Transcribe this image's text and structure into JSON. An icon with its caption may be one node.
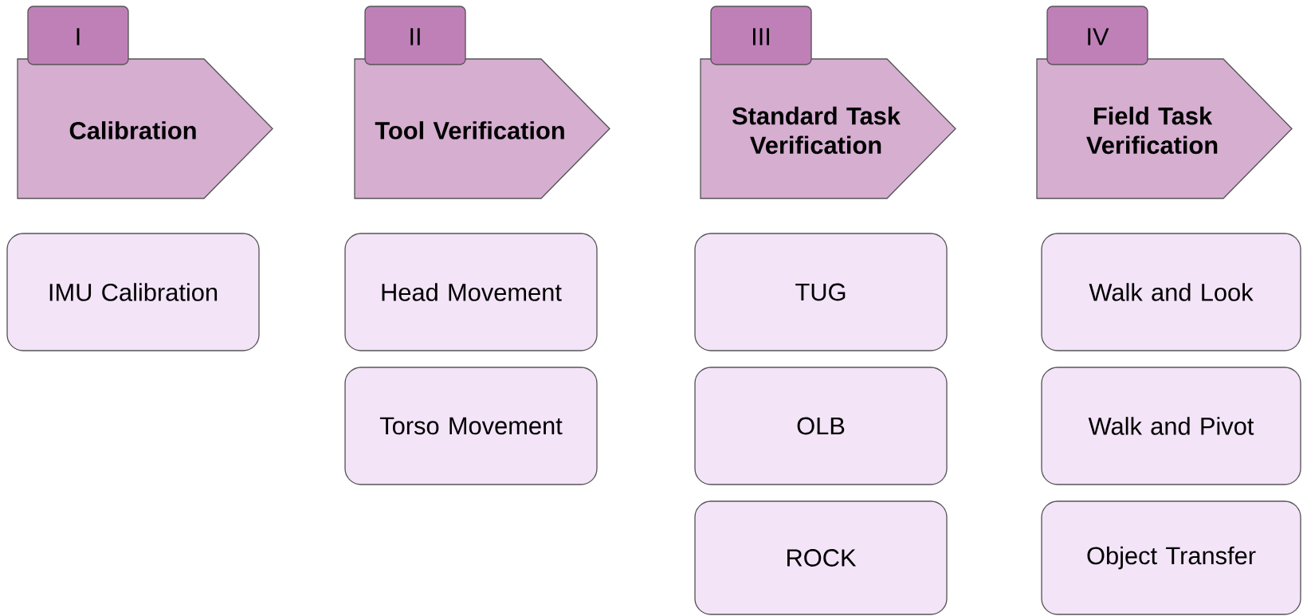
{
  "diagram": {
    "nodes": [
      {
        "text": [
          "I",
          "Calibration"
        ]
      },
      {
        "text": [
          "II",
          "Tool Verification"
        ]
      },
      {
        "text": [
          "III",
          "Standard Task Verification"
        ]
      },
      {
        "text": [
          "IV",
          "Field Task Verification"
        ]
      },
      {
        "text": [
          "IMU Calibration"
        ]
      },
      {
        "text": [
          "Head Movement"
        ]
      },
      {
        "text": [
          "Torso Movement"
        ]
      },
      {
        "text": [
          "TUG"
        ]
      },
      {
        "text": [
          "OLB"
        ]
      },
      {
        "text": [
          "ROCK"
        ]
      },
      {
        "text": [
          "Walk and Look"
        ]
      },
      {
        "text": [
          "Walk and Pivot"
        ]
      },
      {
        "text": [
          "Object Transfer"
        ]
      }
    ],
    "edges": []
  }
}
